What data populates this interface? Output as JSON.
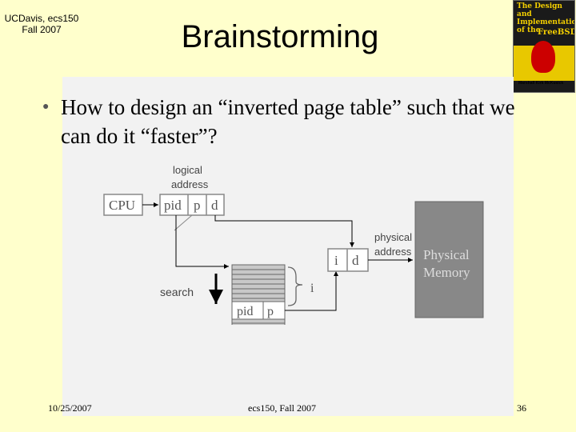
{
  "header": {
    "course_line1": "UCDavis, ecs150",
    "course_line2": "Fall 2007",
    "title": "Brainstorming"
  },
  "book": {
    "line1": "The Design",
    "line2": "and Implementation",
    "line3": "of the",
    "line4": "FreeBSD",
    "authors": "Marshall Kirk McKusick",
    "colors": {
      "cover": "#1a1a1a",
      "title": "#f5d000",
      "daemon": "#cc0000"
    }
  },
  "bullet": {
    "text": "How to design an “inverted page table” such that we can do it “faster”?"
  },
  "diagram": {
    "label_logical_1": "logical",
    "label_logical_2": "address",
    "cpu": "CPU",
    "pid": "pid",
    "p": "p",
    "d": "d",
    "label_physical_1": "physical",
    "label_physical_2": "address",
    "i": "i",
    "phys_1": "Physical",
    "phys_2": "Memory",
    "search": "search",
    "table_pid": "pid",
    "table_p": "p",
    "brace_i": "i"
  },
  "footer": {
    "date": "10/25/2007",
    "course": "ecs150, Fall 2007",
    "page": "36"
  }
}
